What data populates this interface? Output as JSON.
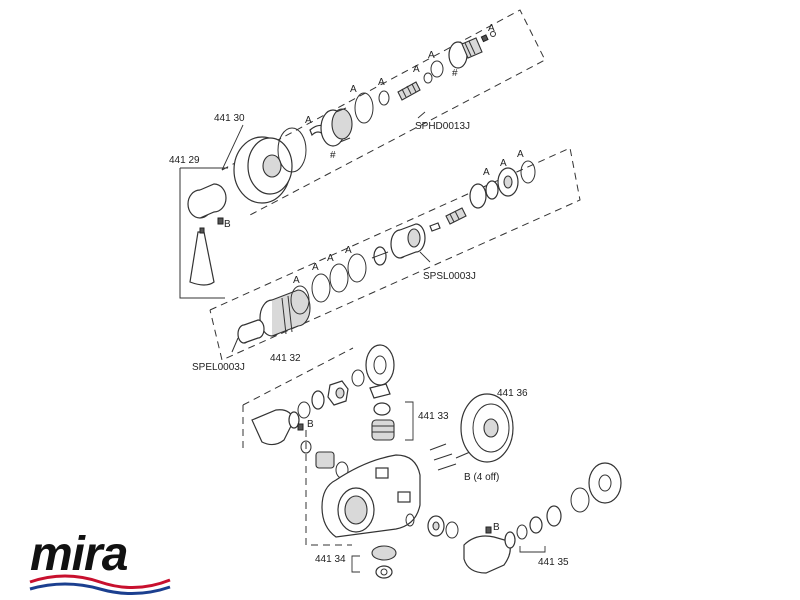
{
  "brand": {
    "name": "mira",
    "wave_colors": [
      "#c8102e",
      "#1b3f8f"
    ]
  },
  "labels": {
    "p44130": "441 30",
    "p44129": "441 29",
    "p44132": "441 32",
    "p44133": "441 33",
    "p44134": "441 34",
    "p44135": "441 35",
    "p44136": "441 36",
    "sphd": "SPHD0013J",
    "spsl": "SPSL0003J",
    "spel": "SPEL0003J",
    "a": "A",
    "b": "B",
    "b4": "B (4 off)",
    "hash": "#"
  }
}
